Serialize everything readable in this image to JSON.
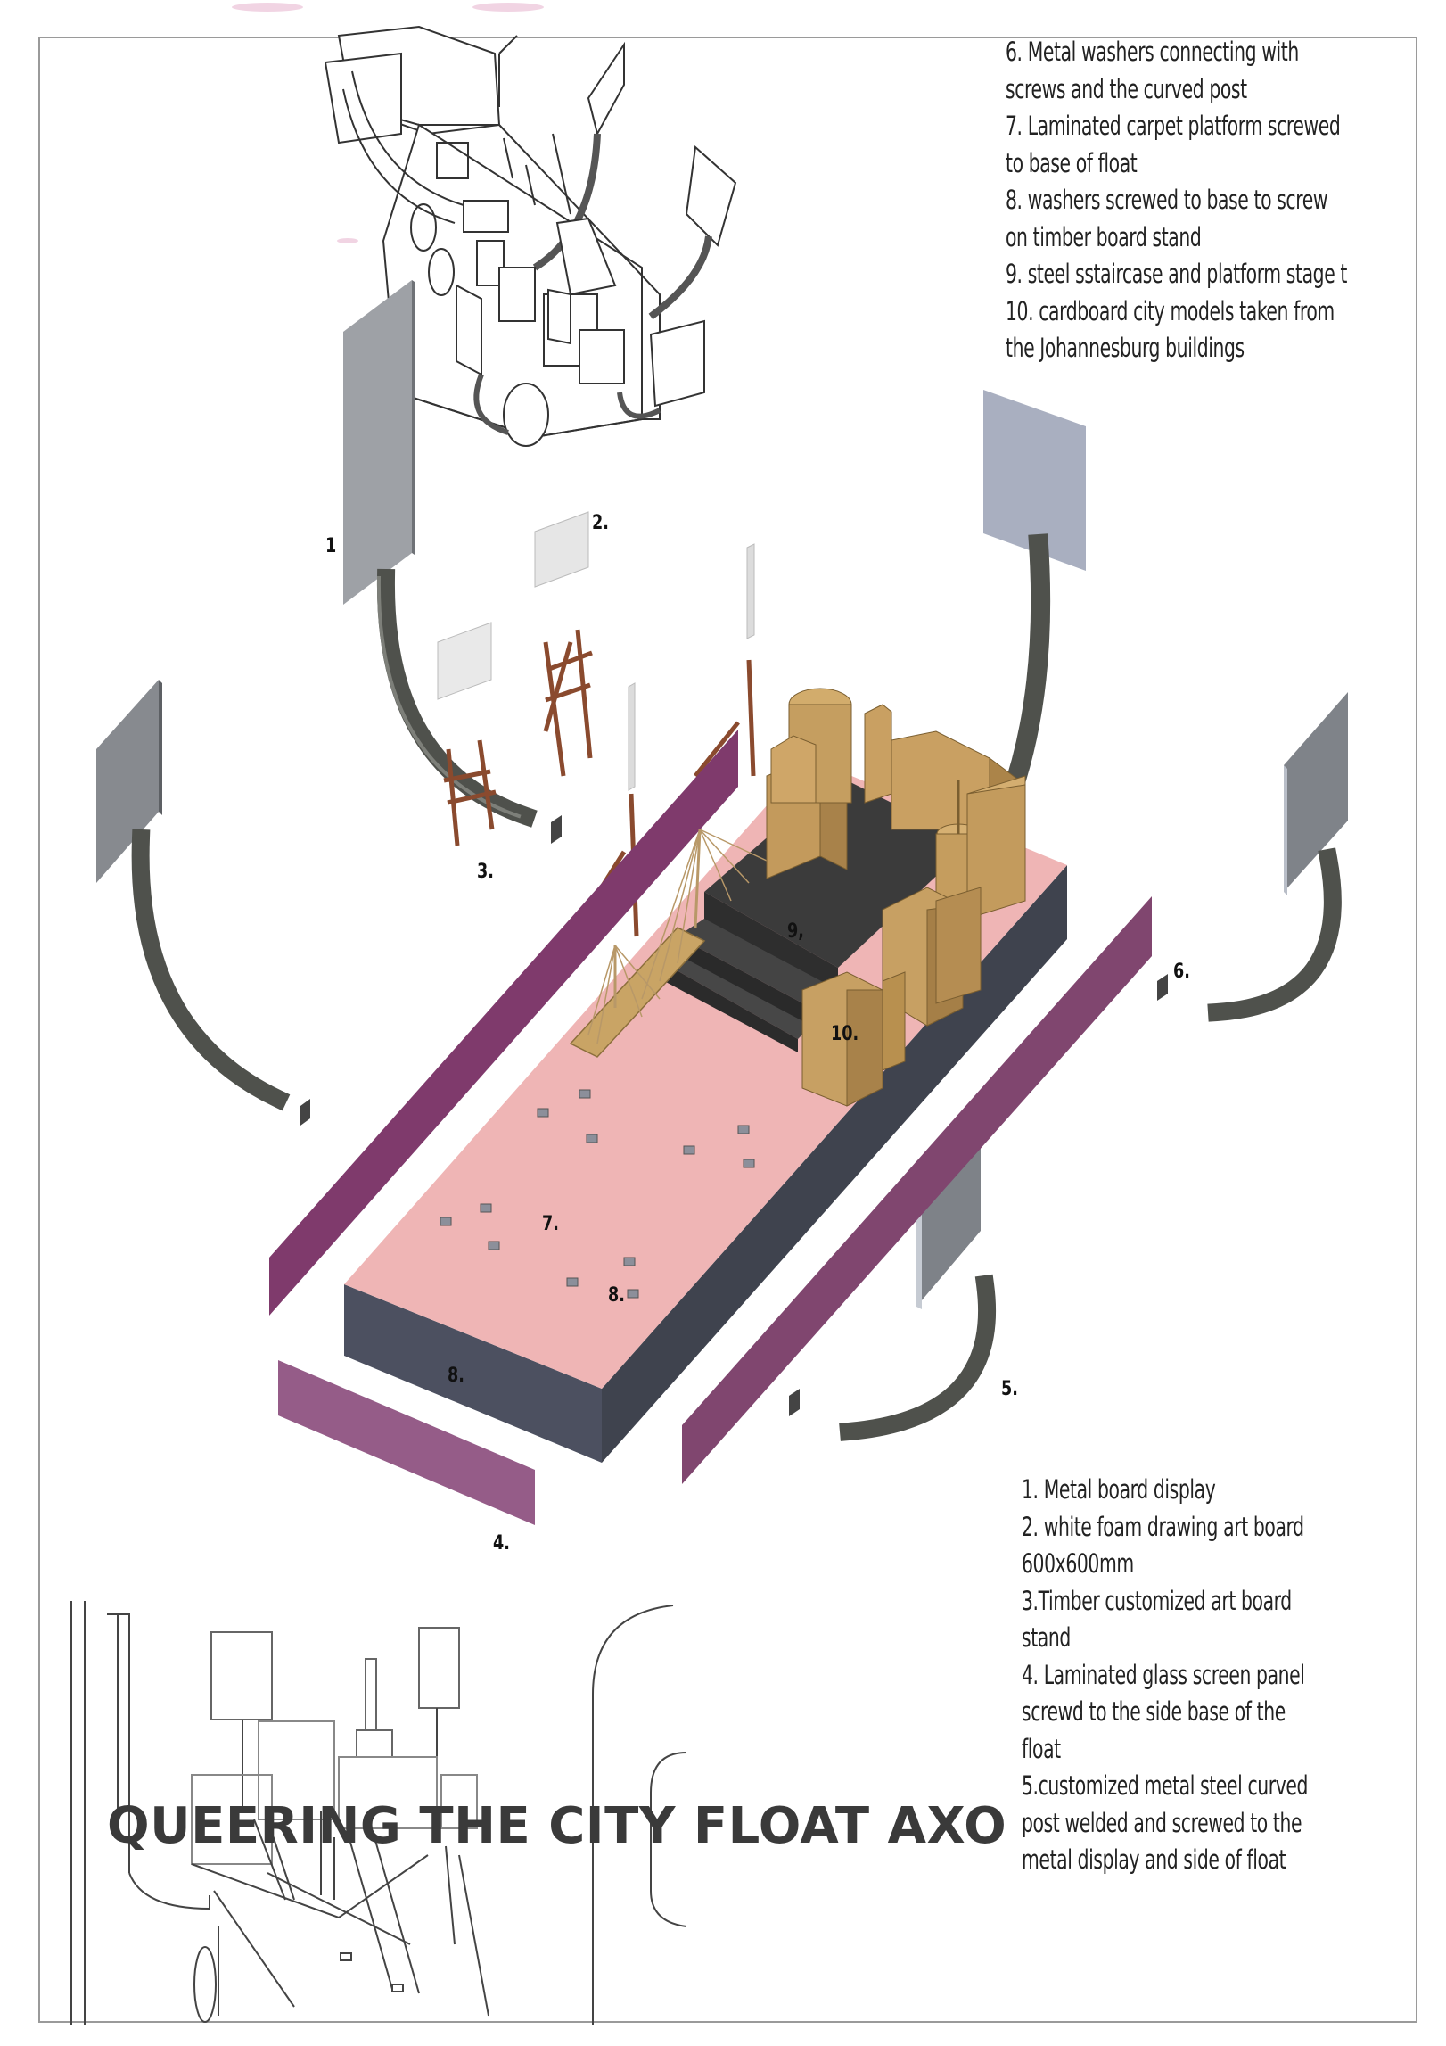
{
  "title": "QUEERING THE CITY FLOAT AXO",
  "legend_top": [
    "6. Metal washers connecting with",
    "screws and the curved post",
    "7. Laminated carpet platform screwed",
    "to base of float",
    "8. washers screwed to base to screw",
    "on timber board stand",
    "9. steel sstaircase and platform stage t",
    "10. cardboard city models taken from",
    "the Johannesburg buildings"
  ],
  "legend_bottom": [
    "1. Metal  board display",
    "2. white foam drawing art board",
    "600x600mm",
    "3.Timber customized art board",
    "stand",
    "4. Laminated glass screen panel",
    "screwd to the side base of the",
    "float",
    "5.customized metal steel curved",
    "post welded and screwed to the",
    "metal display and side of float"
  ],
  "callouts": {
    "c1": "1",
    "c2": "2.",
    "c3": "3.",
    "c4": "4.",
    "c5": "5.",
    "c6": "6.",
    "c7": "7.",
    "c8a": "8.",
    "c8b": "8.",
    "c9": "9,",
    "c10": "10."
  },
  "colors": {
    "carpet": "#efb6b6",
    "base_dark": "#4b4f5e",
    "base_side": "#3b3e49",
    "glass_panel": "#8a3f72",
    "glass_panel_light": "#9a5a86",
    "display_board": "#8a8d93",
    "display_board_light": "#aab0c0",
    "curved_post": "#555752",
    "timber": "#8a4a2e",
    "cardboard": "#c8a264",
    "stage": "#3e3e3e"
  }
}
